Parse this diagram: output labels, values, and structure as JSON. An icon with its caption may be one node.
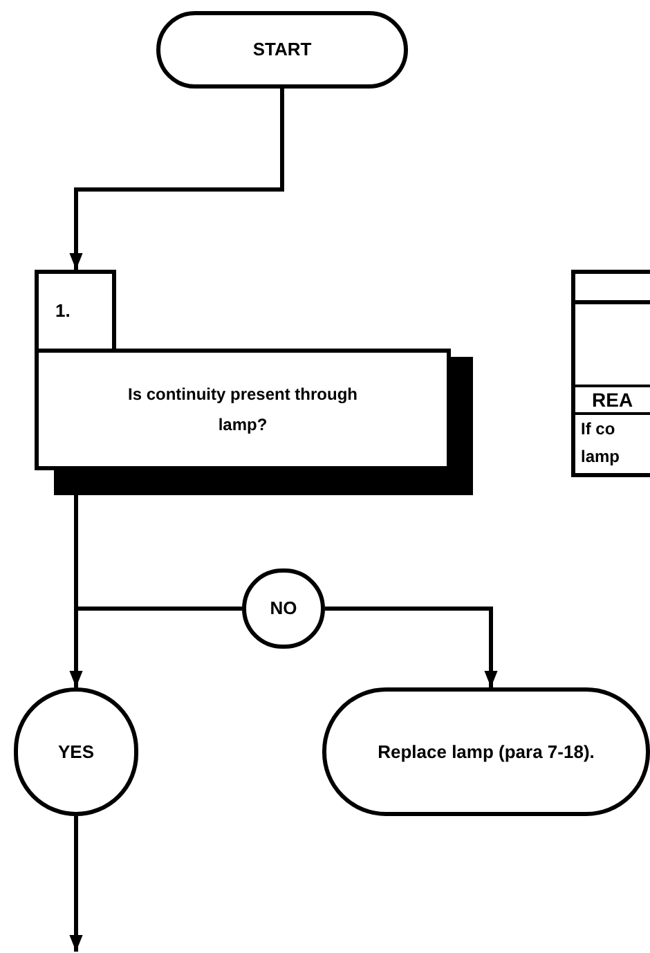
{
  "diagram": {
    "nodes": [
      {
        "text": [
          "START"
        ]
      },
      {
        "text": [
          "1.",
          "Is continuity present through lamp?"
        ]
      },
      {
        "text": [
          "REA",
          "If co lamp"
        ]
      },
      {
        "text": [
          "NO"
        ]
      },
      {
        "text": [
          "YES"
        ]
      },
      {
        "text": [
          "Replace lamp (para 7-18)."
        ]
      }
    ],
    "edges": [
      {
        "from": 0,
        "to": 1,
        "arrow": "to"
      },
      {
        "from": 1,
        "to": 3,
        "arrow": "none"
      },
      {
        "from": 3,
        "to": 5,
        "arrow": "to"
      },
      {
        "from": 1,
        "to": 4,
        "arrow": "to"
      },
      {
        "from": 4,
        "to": null,
        "arrow": "to"
      }
    ]
  }
}
